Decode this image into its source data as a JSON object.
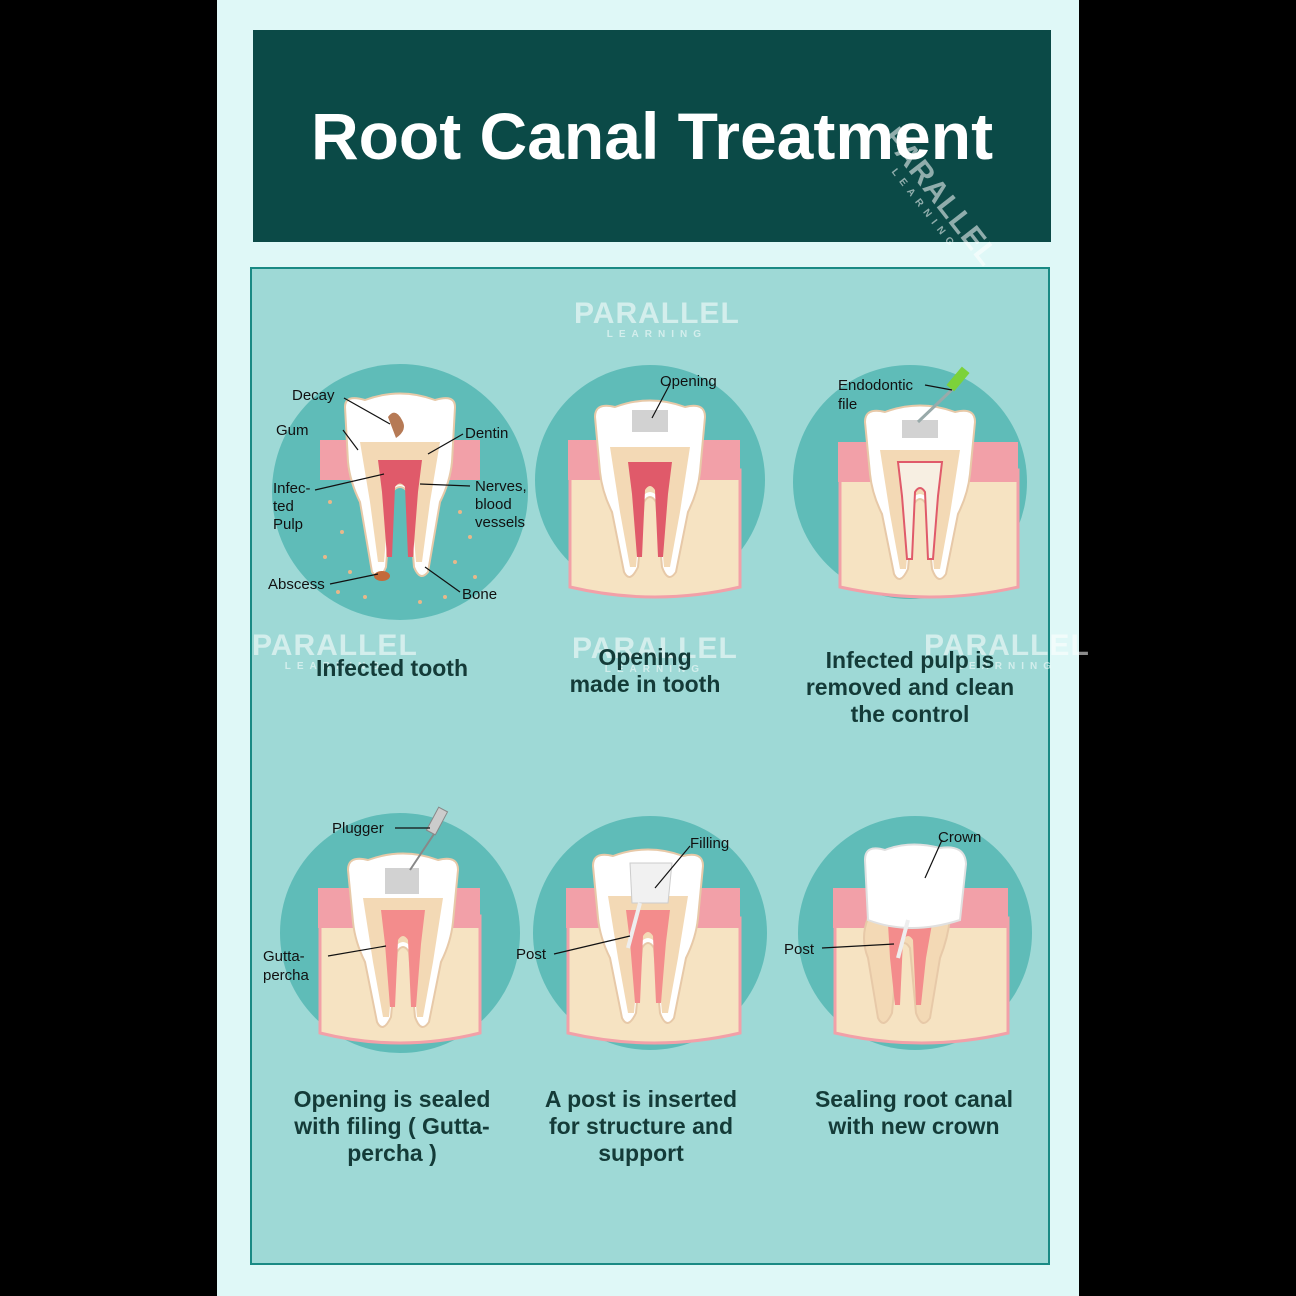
{
  "title": "Root Canal Treatment",
  "watermark": {
    "brand": "PARALLEL",
    "sub": "LEARNING"
  },
  "colors": {
    "title_bg": "#0b4a47",
    "panel_bg": "#9ed9d6",
    "poster_bg": "#dff8f7",
    "circle": "#5fbcb8",
    "gum": "#f2a0a8",
    "bone": "#f6e3c2",
    "tooth": "#ffffff",
    "pulp": "#e05a6a"
  },
  "steps": [
    {
      "caption_lines": [
        "Infected tooth"
      ],
      "labels": {
        "decay": "Decay",
        "gum": "Gum",
        "dentin": "Dentin",
        "infected_pulp": [
          "Infec-",
          "ted",
          "Pulp"
        ],
        "nerves": [
          "Nerves,",
          "blood",
          "vessels"
        ],
        "abscess": "Abscess",
        "bone": "Bone"
      }
    },
    {
      "caption_lines": [
        "Opening",
        "made in tooth"
      ],
      "labels": {
        "opening": "Opening"
      }
    },
    {
      "caption_lines": [
        "Infected pulp is",
        "removed and clean",
        "the control"
      ],
      "labels": {
        "file": [
          "Endodontic",
          "file"
        ]
      }
    },
    {
      "caption_lines": [
        "Opening is sealed",
        "with filing ( Gutta-",
        "percha )"
      ],
      "labels": {
        "plugger": "Plugger",
        "gutta": [
          "Gutta-",
          "percha"
        ]
      }
    },
    {
      "caption_lines": [
        "A post is inserted",
        "for structure and",
        "support"
      ],
      "labels": {
        "filling": "Filling",
        "post": "Post"
      }
    },
    {
      "caption_lines": [
        "Sealing root canal",
        "with new crown"
      ],
      "labels": {
        "crown": "Crown",
        "post": "Post"
      }
    }
  ]
}
